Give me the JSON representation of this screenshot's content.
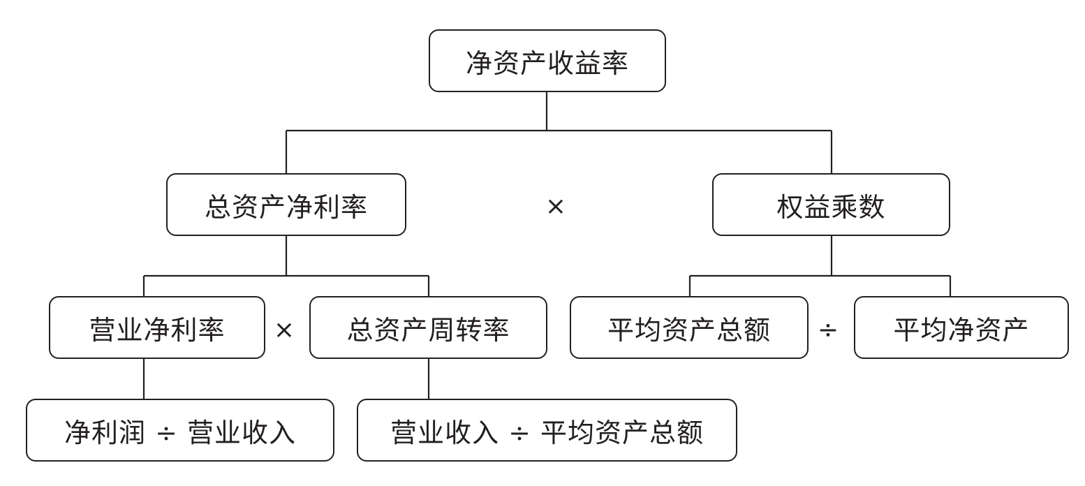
{
  "nodes": {
    "roe": "净资产收益率",
    "roa": "总资产净利率",
    "equity_multiplier": "权益乘数",
    "net_profit_margin": "营业净利率",
    "total_asset_turnover": "总资产周转率",
    "avg_total_assets": "平均资产总额",
    "avg_net_assets": "平均净资产",
    "net_profit_margin_formula": "净利润 ÷ 营业收入",
    "total_asset_turnover_formula": "营业收入 ÷ 平均资产总额"
  },
  "operators": {
    "roa_times_em": "×",
    "npm_times_tat": "×",
    "ata_div_ane": "÷"
  }
}
